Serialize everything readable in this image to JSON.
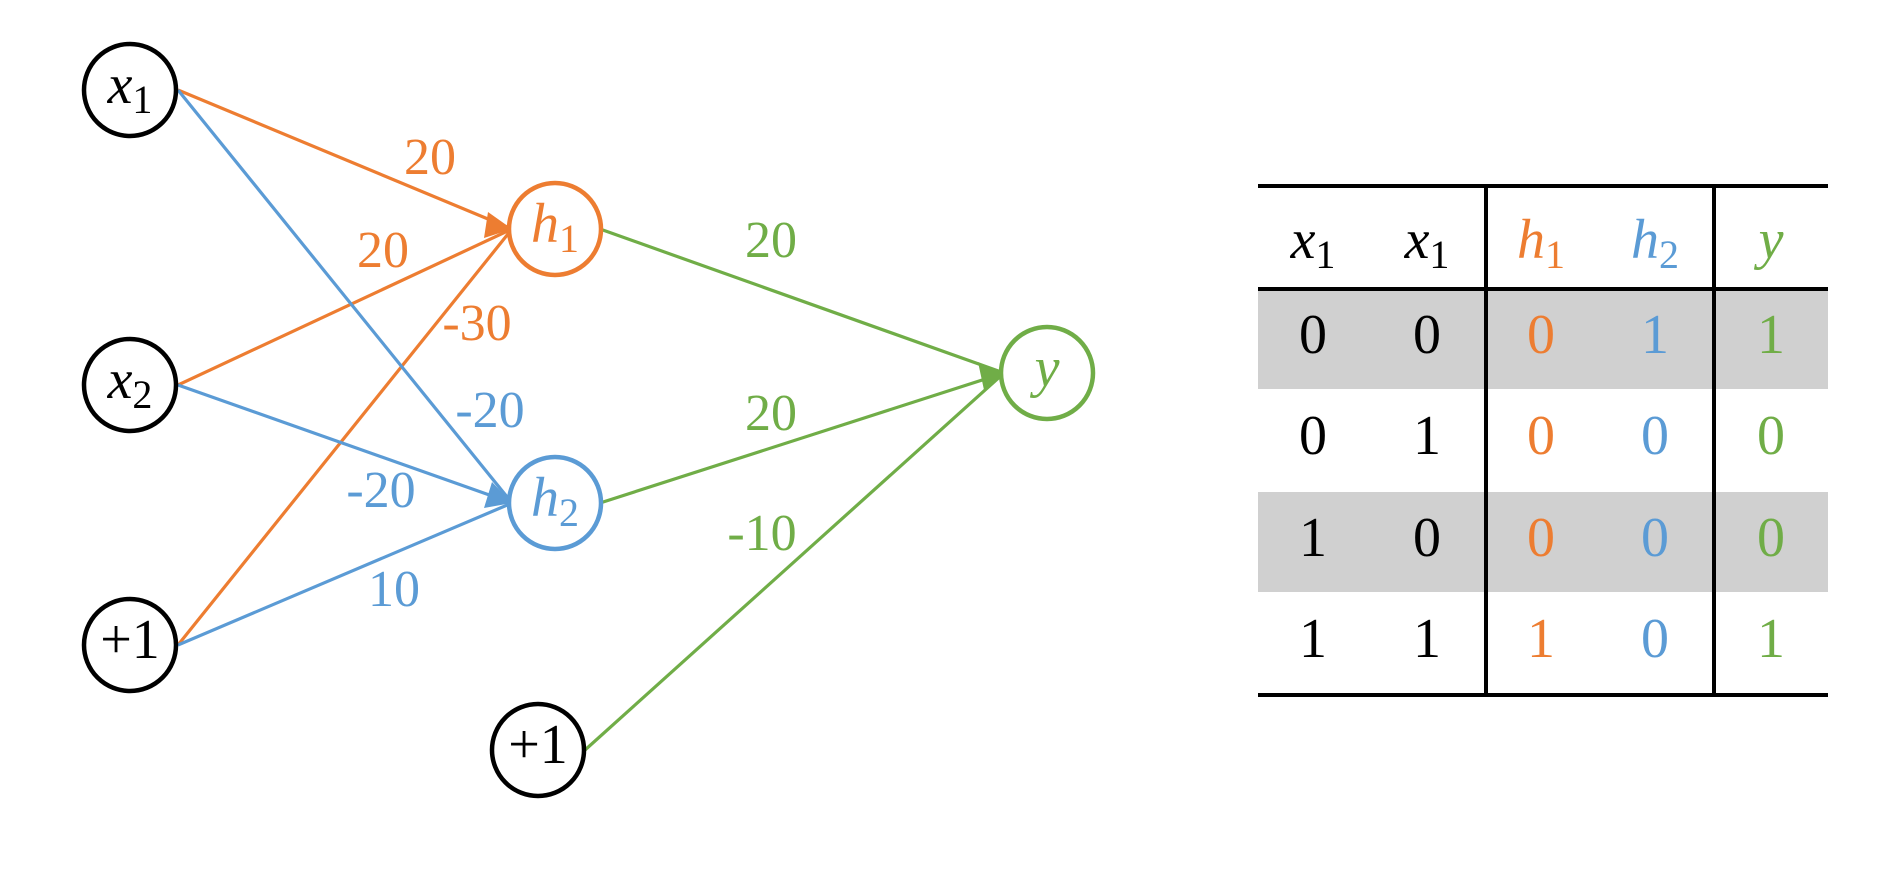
{
  "colors": {
    "input": "#000000",
    "h1": "#ED7D31",
    "h2": "#5B9BD5",
    "output": "#70AD47"
  },
  "nodes": {
    "x1": {
      "var": "x",
      "sub": "1",
      "color": "#000000"
    },
    "x2": {
      "var": "x",
      "sub": "2",
      "color": "#000000"
    },
    "bias1": {
      "text": "+1",
      "color": "#000000"
    },
    "h1": {
      "var": "h",
      "sub": "1",
      "color": "#ED7D31"
    },
    "h2": {
      "var": "h",
      "sub": "2",
      "color": "#5B9BD5"
    },
    "bias2": {
      "text": "+1",
      "color": "#000000"
    },
    "y": {
      "var": "y",
      "sub": "",
      "color": "#70AD47"
    }
  },
  "weights": {
    "x1_h1": "20",
    "x2_h1": "20",
    "b1_h1": "-30",
    "x1_h2": "-20",
    "x2_h2": "-20",
    "b1_h2": "10",
    "h1_y": "20",
    "h2_y": "20",
    "b2_y": "-10"
  },
  "table": {
    "headers": [
      {
        "var": "x",
        "sub": "1",
        "color": "#000000"
      },
      {
        "var": "x",
        "sub": "1",
        "color": "#000000"
      },
      {
        "var": "h",
        "sub": "1",
        "color": "#ED7D31"
      },
      {
        "var": "h",
        "sub": "2",
        "color": "#5B9BD5"
      },
      {
        "var": "y",
        "sub": "",
        "color": "#70AD47"
      }
    ],
    "rows": [
      [
        "0",
        "0",
        "0",
        "1",
        "1"
      ],
      [
        "0",
        "1",
        "0",
        "0",
        "0"
      ],
      [
        "1",
        "0",
        "0",
        "0",
        "0"
      ],
      [
        "1",
        "1",
        "1",
        "0",
        "1"
      ]
    ],
    "shaded_rows": [
      0,
      2
    ]
  }
}
